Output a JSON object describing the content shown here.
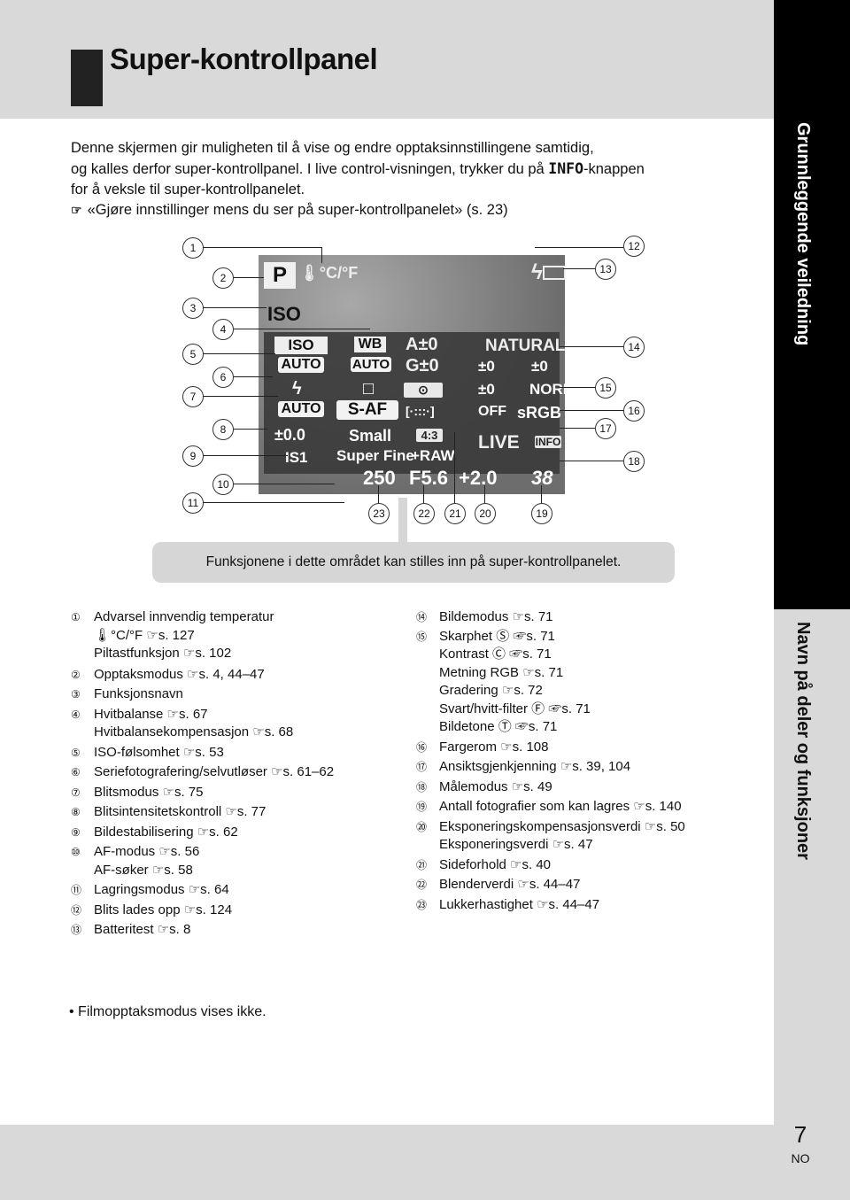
{
  "header": {
    "title": "Super-kontrollpanel"
  },
  "side": {
    "tab1": "Grunnleggende veiledning",
    "tab2": "Navn på deler og funksjoner"
  },
  "intro": {
    "line1": "Denne skjermen gir muligheten til å vise og endre opptaksinnstillingene samtidig,",
    "line2a": "og kalles derfor super-kontrollpanel. I live control-visningen, trykker du på ",
    "line2b": "INFO",
    "line2c": "-knappen",
    "line3": "for å veksle til super-kontrollpanelet.",
    "ref_icon": "☞",
    "line4": "«Gjøre innstillinger mens du ser på super-kontrollpanelet» (s. 23)"
  },
  "screen": {
    "mode": "P",
    "temp": "🌡°C/°F",
    "func_name": "ISO",
    "iso_label": "ISO",
    "iso_val": "AUTO",
    "wb_label": "WB",
    "wb_val": "AUTO",
    "wb_a": "A±0",
    "wb_g": "G±0",
    "flash_icon": "ϟ",
    "flash_val": "AUTO",
    "flash_comp": "±0.0",
    "drive_icon": "□",
    "metering_icon": "⊙",
    "af_mode": "S-AF",
    "af_target": "[·:::·]",
    "size": "Small",
    "aspect": "4:3",
    "quality": "Super Fine",
    "raw": "+RAW",
    "is": "IS1",
    "picmode": "NATURAL",
    "sharp": "±0",
    "contrast": "±0",
    "sat": "±0",
    "grad": "NORM",
    "face": "OFF",
    "color_space": "sRGB",
    "live": "LIVE",
    "info": "INFO",
    "shutter": "250",
    "aperture": "F5.6",
    "expcomp": "+2.0",
    "shots": "38",
    "flash_ready": "ϟ"
  },
  "callouts": [
    "1",
    "2",
    "3",
    "4",
    "5",
    "6",
    "7",
    "8",
    "9",
    "10",
    "11",
    "12",
    "13",
    "14",
    "15",
    "16",
    "17",
    "18",
    "19",
    "20",
    "21",
    "22",
    "23"
  ],
  "func_note": "Funksjonene i dette området kan stilles inn på super-kontrollpanelet.",
  "left_list": [
    {
      "n": "①",
      "t": "Advarsel innvendig temperatur"
    },
    {
      "n": "",
      "t": "🌡°C/°F ☞s. 127"
    },
    {
      "n": "",
      "t": "Piltastfunksjon ☞s. 102"
    },
    {
      "n": "②",
      "t": "Opptaksmodus ☞s. 4, 44–47"
    },
    {
      "n": "③",
      "t": "Funksjonsnavn"
    },
    {
      "n": "④",
      "t": "Hvitbalanse ☞s. 67"
    },
    {
      "n": "",
      "t": "Hvitbalansekompensasjon ☞s. 68"
    },
    {
      "n": "⑤",
      "t": "ISO-følsomhet ☞s. 53"
    },
    {
      "n": "⑥",
      "t": "Seriefotografering/selvutløser ☞s. 61–62"
    },
    {
      "n": "⑦",
      "t": "Blitsmodus ☞s. 75"
    },
    {
      "n": "⑧",
      "t": "Blitsintensitetskontroll ☞s. 77"
    },
    {
      "n": "⑨",
      "t": "Bildestabilisering ☞s. 62"
    },
    {
      "n": "⑩",
      "t": "AF-modus ☞s. 56"
    },
    {
      "n": "",
      "t": "AF-søker ☞s. 58"
    },
    {
      "n": "⑪",
      "t": "Lagringsmodus ☞s. 64"
    },
    {
      "n": "⑫",
      "t": "Blits lades opp ☞s. 124"
    },
    {
      "n": "⑬",
      "t": "Batteritest ☞s. 8"
    }
  ],
  "right_list": [
    {
      "n": "⑭",
      "t": "Bildemodus ☞s. 71"
    },
    {
      "n": "⑮",
      "t": "Skarphet Ⓢ ☞s. 71"
    },
    {
      "n": "",
      "t": "Kontrast Ⓒ ☞s. 71"
    },
    {
      "n": "",
      "t": "Metning RGB ☞s. 71"
    },
    {
      "n": "",
      "t": "Gradering ☞s. 72"
    },
    {
      "n": "",
      "t": "Svart/hvitt-filter Ⓕ ☞s. 71"
    },
    {
      "n": "",
      "t": "Bildetone Ⓣ ☞s. 71"
    },
    {
      "n": "⑯",
      "t": "Fargerom ☞s. 108"
    },
    {
      "n": "⑰",
      "t": "Ansiktsgjenkjenning ☞s. 39, 104"
    },
    {
      "n": "⑱",
      "t": "Målemodus ☞s. 49"
    },
    {
      "n": "⑲",
      "t": "Antall fotografier som kan lagres ☞s. 140"
    },
    {
      "n": "⑳",
      "t": "Eksponeringskompensasjonsverdi ☞s. 50"
    },
    {
      "n": "",
      "t": "Eksponeringsverdi ☞s. 47"
    },
    {
      "n": "㉑",
      "t": "Sideforhold ☞s. 40"
    },
    {
      "n": "㉒",
      "t": "Blenderverdi ☞s. 44–47"
    },
    {
      "n": "㉓",
      "t": "Lukkerhastighet ☞s. 44–47"
    }
  ],
  "note": "•  Filmopptaksmodus vises ikke.",
  "page": {
    "number": "7",
    "lang": "NO"
  }
}
